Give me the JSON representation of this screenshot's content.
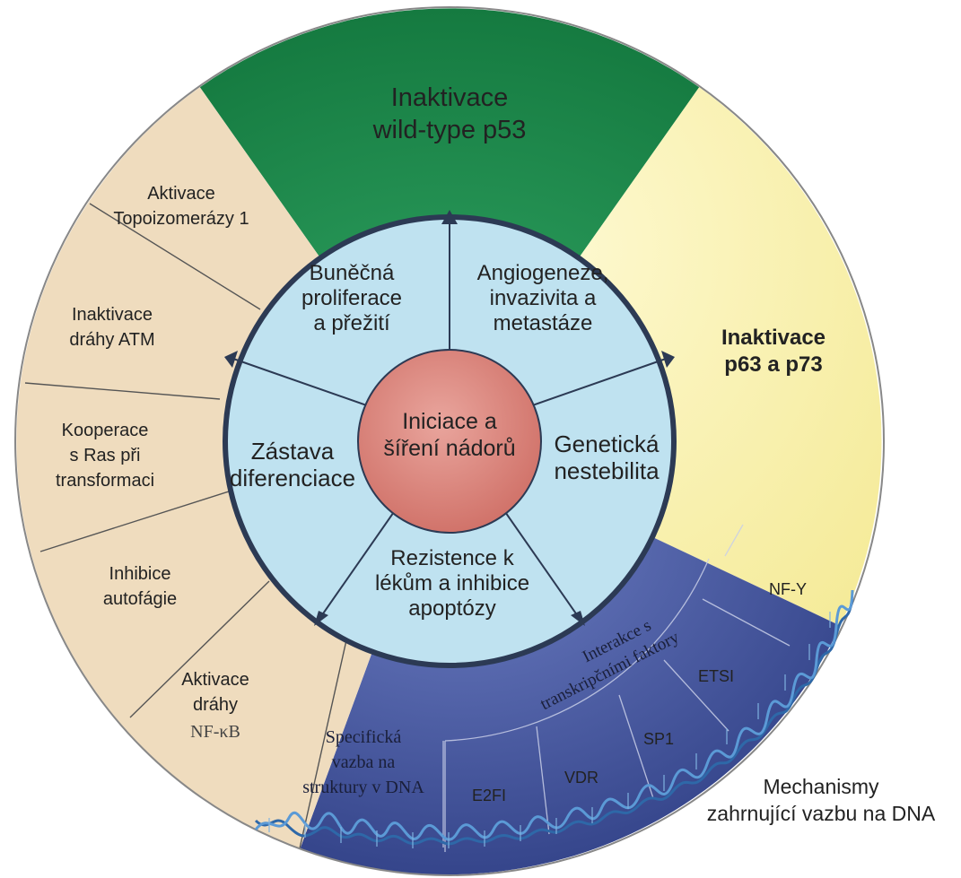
{
  "center": {
    "lines": [
      "Iniciace a",
      "šíření nádorů"
    ]
  },
  "ring": {
    "proliferation": [
      "Buněčná",
      "proliferace",
      "a přežití"
    ],
    "angiogenesis": [
      "Angiogeneze,",
      "invazivita a",
      "metastáze"
    ],
    "genetic": [
      "Genetická",
      "nestebilita"
    ],
    "resistance": [
      "Rezistence k",
      "lékům a inhibice",
      "apoptózy"
    ],
    "differentiation": [
      "Zástava",
      "diferenciace"
    ]
  },
  "outer": {
    "green": [
      "Inaktivace",
      "wild-type p53"
    ],
    "yellow": [
      "Inaktivace",
      "p63 a p73"
    ],
    "tan": [
      [
        "Aktivace",
        "Topoizomerázy 1"
      ],
      [
        "Inaktivace",
        "dráhy ATM"
      ],
      [
        "Kooperace",
        "s Ras při",
        "transformaci"
      ],
      [
        "Inhibice",
        "autofágie"
      ],
      [
        "Aktivace",
        "dráhy",
        "NF-κB"
      ]
    ],
    "blue_specific": [
      "Specifická",
      "vazba na",
      "struktury v DNA"
    ],
    "blue_interaction": [
      "Interakce s",
      "transkripčními faktory"
    ],
    "factors": [
      "NF-Y",
      "ETSI",
      "SP1",
      "VDR",
      "E2FI"
    ]
  },
  "caption": [
    "Mechanismy",
    "zahrnující vazbu na DNA"
  ],
  "colors": {
    "green": "#1f8f4e",
    "yellow": "#faf3b4",
    "tan": "#efdcbe",
    "blue": "#45559c",
    "ring": "#bfe2f0",
    "center": "#d9837a",
    "dna": "#3b78b8"
  }
}
